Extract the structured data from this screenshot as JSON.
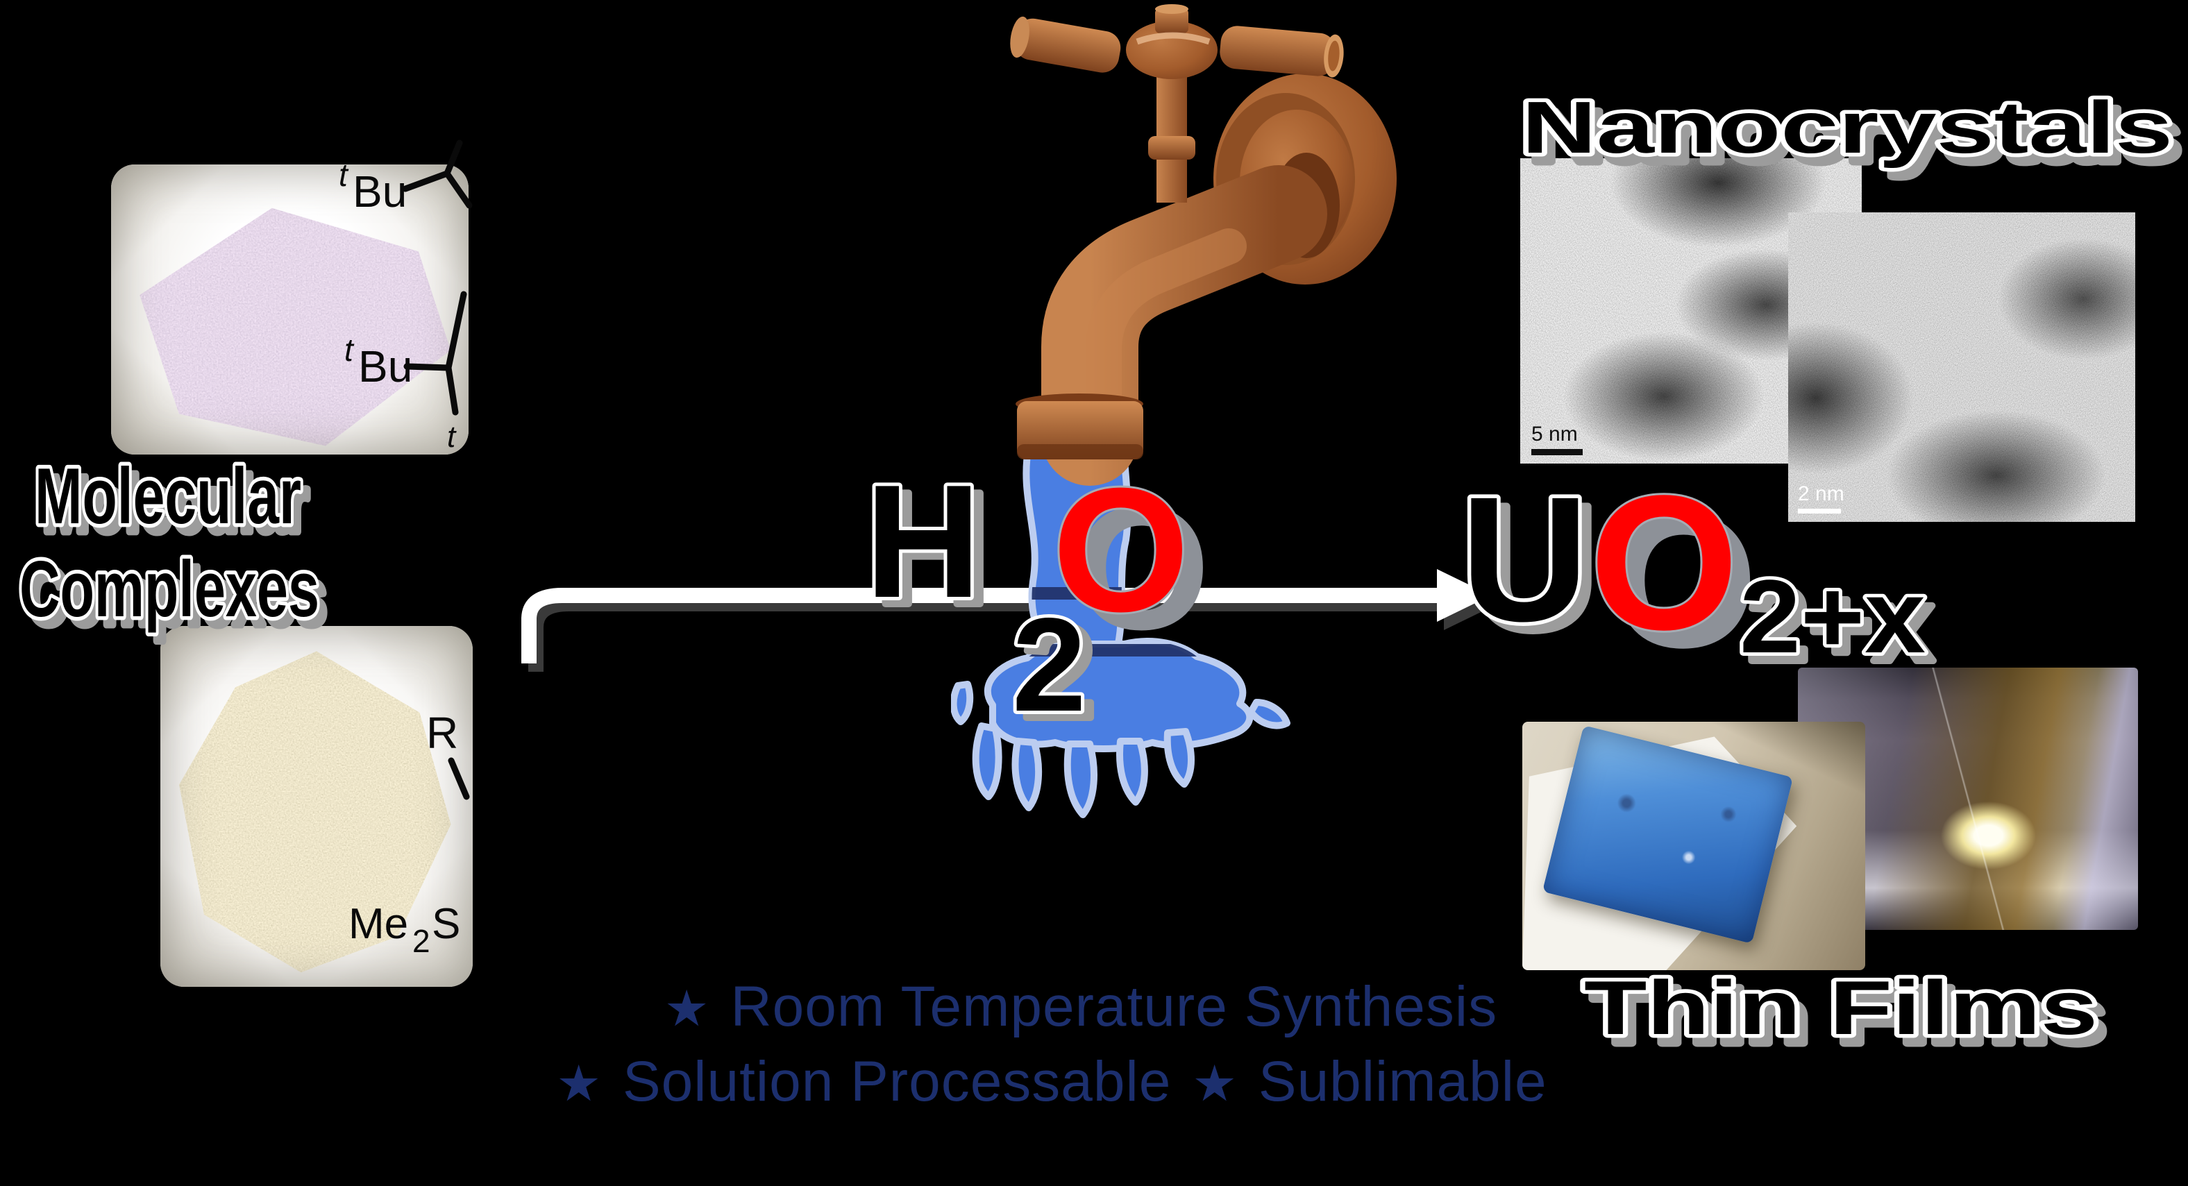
{
  "canvas": {
    "bg": "#000000"
  },
  "colors": {
    "accent_red": "#ff0000",
    "navy_text": "#1c2f6e",
    "water_blue": "#4a7ee2",
    "water_outline": "#bccdf0",
    "copper": "#a9602f",
    "title_fill": "#000000",
    "title_outline": "#ffffff",
    "title_shadow": "#9c9c9c"
  },
  "left": {
    "title_line1": "Molecular",
    "title_line2": "Complexes",
    "chem": {
      "t_sup": "t",
      "bu": "Bu",
      "lone_t": "t",
      "r": "R",
      "me": "Me",
      "me_sub": "2",
      "s": "S"
    }
  },
  "center": {
    "h2o": {
      "h": "H",
      "sub": "2",
      "o": "O"
    },
    "product": {
      "u": "U",
      "o": "O",
      "sub": "2+x"
    }
  },
  "right": {
    "nanocrystals_title": "Nanocrystals",
    "tem_left_scale": "5 nm",
    "tem_right_scale": "2 nm",
    "thin_films_title": "Thin Films"
  },
  "bullets": {
    "star": "★",
    "line1_item1": "Room Temperature Synthesis",
    "line2_item1": "Solution Processable",
    "line2_item2": "Sublimable"
  }
}
